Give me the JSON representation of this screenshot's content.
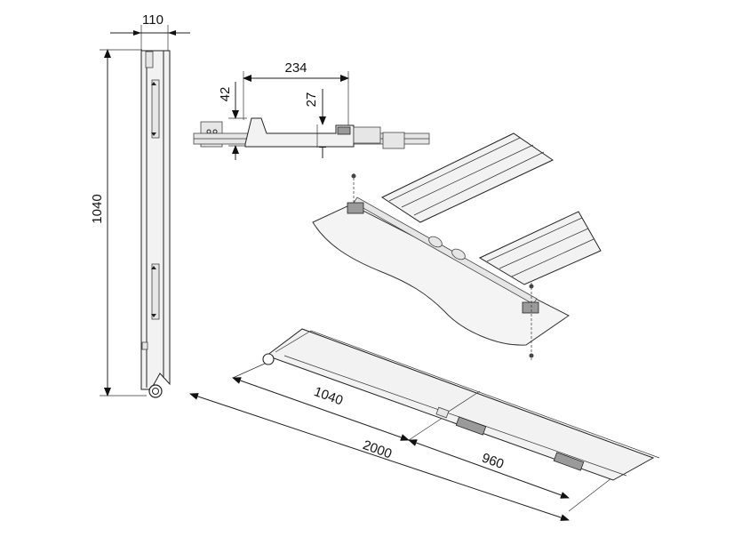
{
  "dimensions": {
    "side_width": "110",
    "side_height": "1040",
    "section_width": "234",
    "section_left_height": "42",
    "section_inner_height": "27",
    "segment_a": "1040",
    "total_length": "2000",
    "segment_b": "960"
  }
}
